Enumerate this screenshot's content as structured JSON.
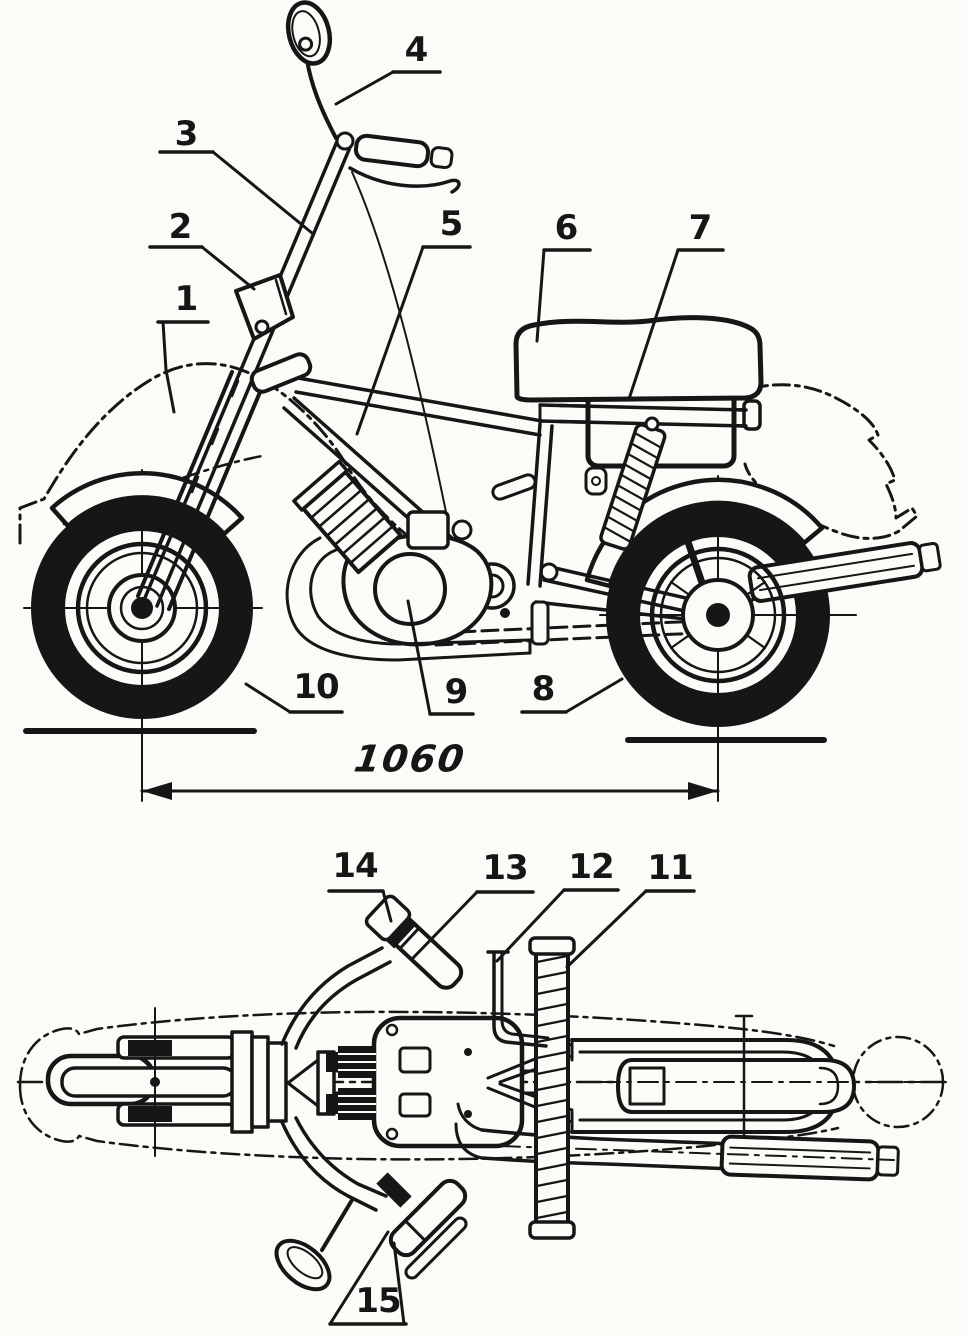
{
  "figure": {
    "callouts": {
      "c1": "1",
      "c2": "2",
      "c3": "3",
      "c4": "4",
      "c5": "5",
      "c6": "6",
      "c7": "7",
      "c8": "8",
      "c9": "9",
      "c10": "10",
      "c11": "11",
      "c12": "12",
      "c13": "13",
      "c14": "14",
      "c15": "15"
    },
    "dimension_text": "1060"
  },
  "colors": {
    "ink": "#161616",
    "paper": "#fbfbf7"
  }
}
